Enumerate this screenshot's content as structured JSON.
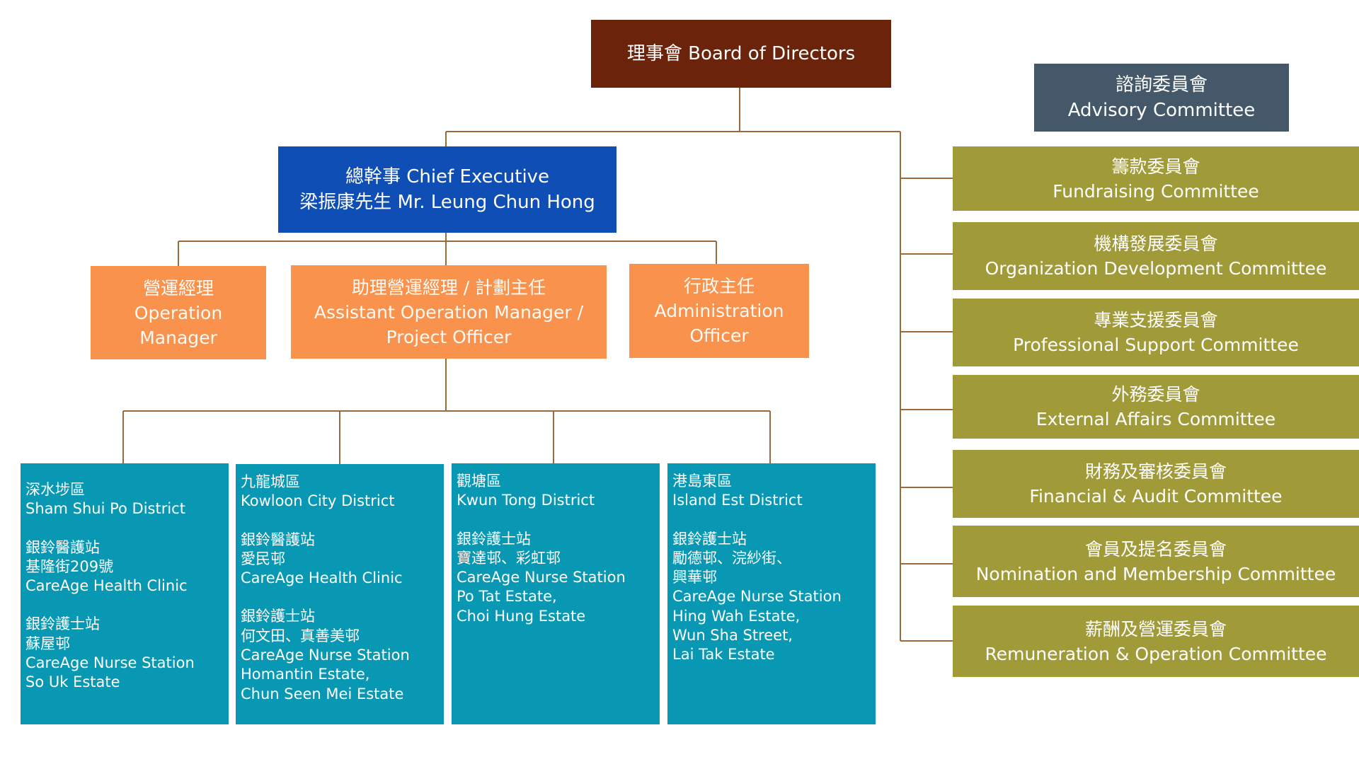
{
  "board": {
    "label": "理事會 Board of Directors"
  },
  "chief_executive": {
    "line1": "總幹事 Chief Executive",
    "line2": "梁振康先生 Mr. Leung Chun Hong"
  },
  "managers": [
    {
      "zh": "營運經理",
      "en1": "Operation",
      "en2": "Manager"
    },
    {
      "zh": "助理營運經理 / 計劃主任",
      "en1": "Assistant Operation Manager /",
      "en2": "Project Officer"
    },
    {
      "zh": "行政主任",
      "en1": "Administration",
      "en2": "Officer"
    }
  ],
  "advisory": {
    "zh": "諮詢委員會",
    "en": "Advisory Committee"
  },
  "committees": [
    {
      "zh": "籌款委員會",
      "en": "Fundraising Committee"
    },
    {
      "zh": "機構發展委員會",
      "en": "Organization Development Committee"
    },
    {
      "zh": "專業支援委員會",
      "en": "Professional Support Committee"
    },
    {
      "zh": "外務委員會",
      "en": "External Affairs Committee"
    },
    {
      "zh": "財務及審核委員會",
      "en": "Financial & Audit Committee"
    },
    {
      "zh": "會員及提名委員會",
      "en": "Nomination and Membership Committee"
    },
    {
      "zh": "薪酬及營運委員會",
      "en": "Remuneration & Operation Committee"
    }
  ],
  "districts": [
    {
      "zh": "深水埗區",
      "en": "Sham Shui Po District",
      "b1": [
        "銀鈴醫護站",
        "基隆街209號",
        "CareAge Health Clinic"
      ],
      "b2": [
        "銀鈴護士站",
        "蘇屋邨",
        "CareAge Nurse Station",
        "So Uk Estate"
      ]
    },
    {
      "zh": "九龍城區",
      "en": "Kowloon City District",
      "b1": [
        "銀鈴醫護站",
        "愛民邨",
        "CareAge Health Clinic"
      ],
      "b2": [
        "銀鈴護士站",
        "何文田、真善美邨",
        "CareAge Nurse Station",
        "Homantin Estate,",
        "Chun Seen Mei Estate"
      ]
    },
    {
      "zh": "觀塘區",
      "en": "Kwun Tong District",
      "b1": [
        "銀鈴護士站",
        "寶達邨、彩虹邨",
        "CareAge Nurse Station",
        "Po Tat Estate,",
        "Choi Hung Estate"
      ]
    },
    {
      "zh": "港島東區",
      "en": "Island Est District",
      "b1": [
        "銀鈴護士站",
        "勵德邨、浣紗街、",
        "興華邨",
        "CareAge Nurse Station",
        "Hing Wah Estate,",
        "Wun Sha Street,",
        "Lai Tak Estate"
      ]
    }
  ],
  "colors": {
    "board": "#6b240b",
    "chief_executive": "#0f4fb5",
    "manager": "#f8924d",
    "advisory": "#44586a",
    "committee": "#a09a38",
    "district": "#0998b4",
    "connector": "#9a6a3c"
  }
}
